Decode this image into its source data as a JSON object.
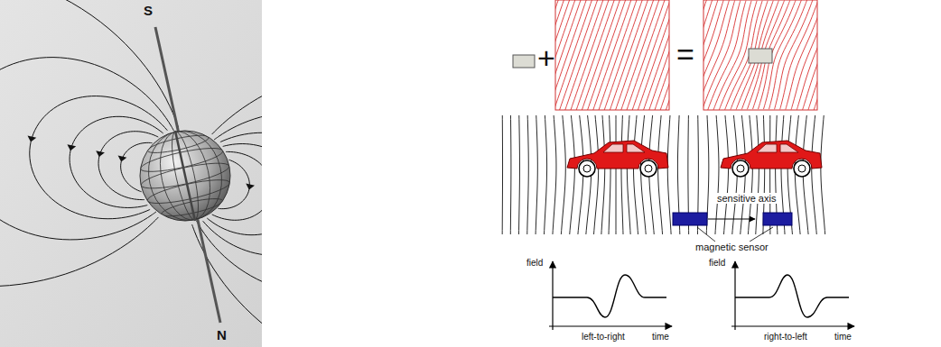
{
  "diagram": {
    "labels": [
      "S",
      "N",
      "+",
      "=",
      "sensitive axis",
      "magnetic sensor",
      "field",
      "time",
      "left-to-right",
      "field",
      "time",
      "right-to-left"
    ]
  }
}
